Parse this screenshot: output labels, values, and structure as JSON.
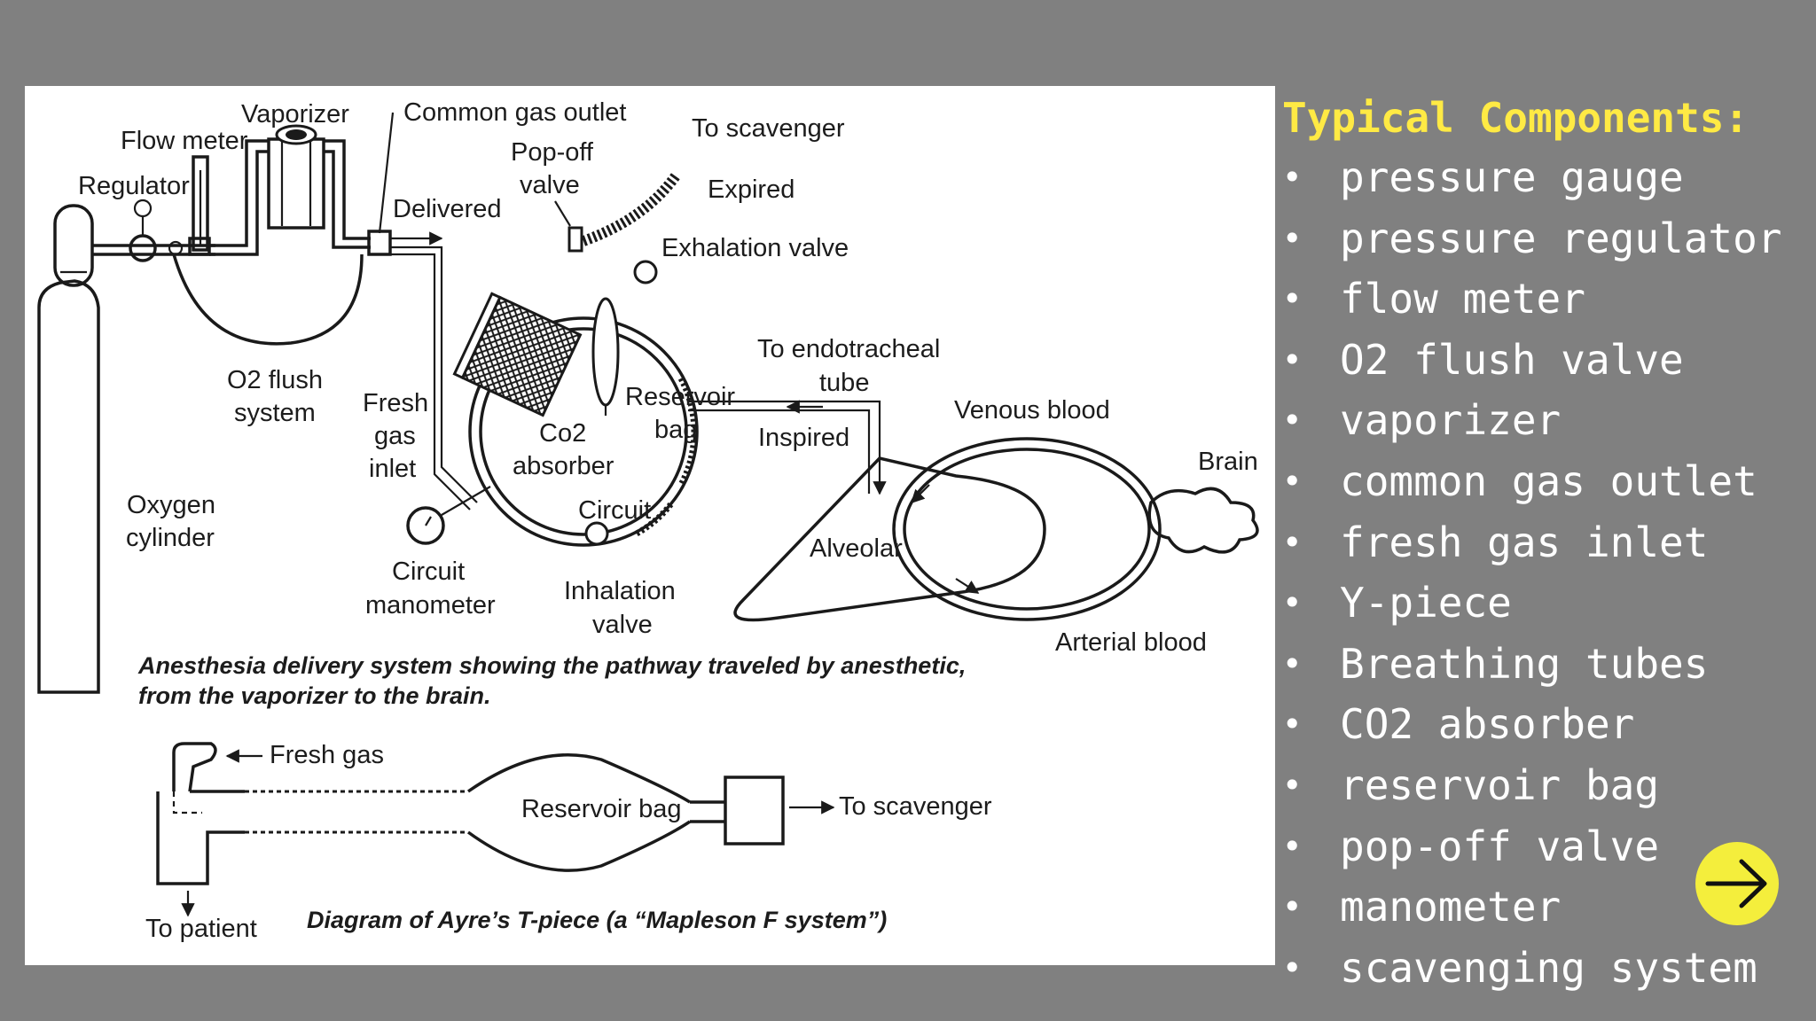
{
  "figure": {
    "labels": {
      "vaporizer": "Vaporizer",
      "common_gas_outlet": "Common gas outlet",
      "flow_meter": "Flow meter",
      "regulator": "Regulator",
      "pop_off_line1": "Pop-off",
      "pop_off_line2": "valve",
      "to_scavenger": "To scavenger",
      "expired": "Expired",
      "delivered": "Delivered",
      "exhalation_valve": "Exhalation valve",
      "to_endotracheal_line1": "To endotracheal",
      "to_endotracheal_line2": "tube",
      "o2_flush_line1": "O2 flush",
      "o2_flush_line2": "system",
      "fresh_gas_inlet_line1": "Fresh",
      "fresh_gas_inlet_line2": "gas",
      "fresh_gas_inlet_line3": "inlet",
      "reservoir_line1": "Reservoir",
      "reservoir_line2": "bag",
      "venous_blood": "Venous blood",
      "co2_line1": "Co2",
      "co2_line2": "absorber",
      "inspired": "Inspired",
      "brain": "Brain",
      "oxygen_line1": "Oxygen",
      "oxygen_line2": "cylinder",
      "circuit": "Circuit",
      "alveolar": "Alveolar",
      "circuit_manometer_line1": "Circuit",
      "circuit_manometer_line2": "manometer",
      "inhalation_valve_line1": "Inhalation",
      "inhalation_valve_line2": "valve",
      "arterial_blood": "Arterial blood",
      "caption1_line1": "Anesthesia delivery system showing the pathway traveled by anesthetic,",
      "caption1_line2": "from the vaporizer to the brain.",
      "fresh_gas": "Fresh gas",
      "reservoir_bag": "Reservoir bag",
      "to_scavenger_2": "To scavenger",
      "to_patient": "To patient",
      "caption2": "Diagram of Ayre’s T-piece (a “Mapleson F system”)"
    }
  },
  "components": {
    "title": "Typical Components:",
    "bullet": "•",
    "items": [
      "pressure gauge",
      "pressure regulator",
      "flow meter",
      "O2 flush valve",
      "vaporizer",
      "common gas outlet",
      "fresh gas inlet",
      "Y-piece",
      "Breathing tubes",
      "CO2 absorber",
      "reservoir bag",
      "pop-off valve",
      "manometer",
      "scavenging system"
    ]
  },
  "next_button": {
    "icon": "arrow-right-icon"
  },
  "colors": {
    "background": "#808080",
    "title": "#ffea44",
    "text": "#ffffff",
    "button": "#f4ee3c"
  }
}
